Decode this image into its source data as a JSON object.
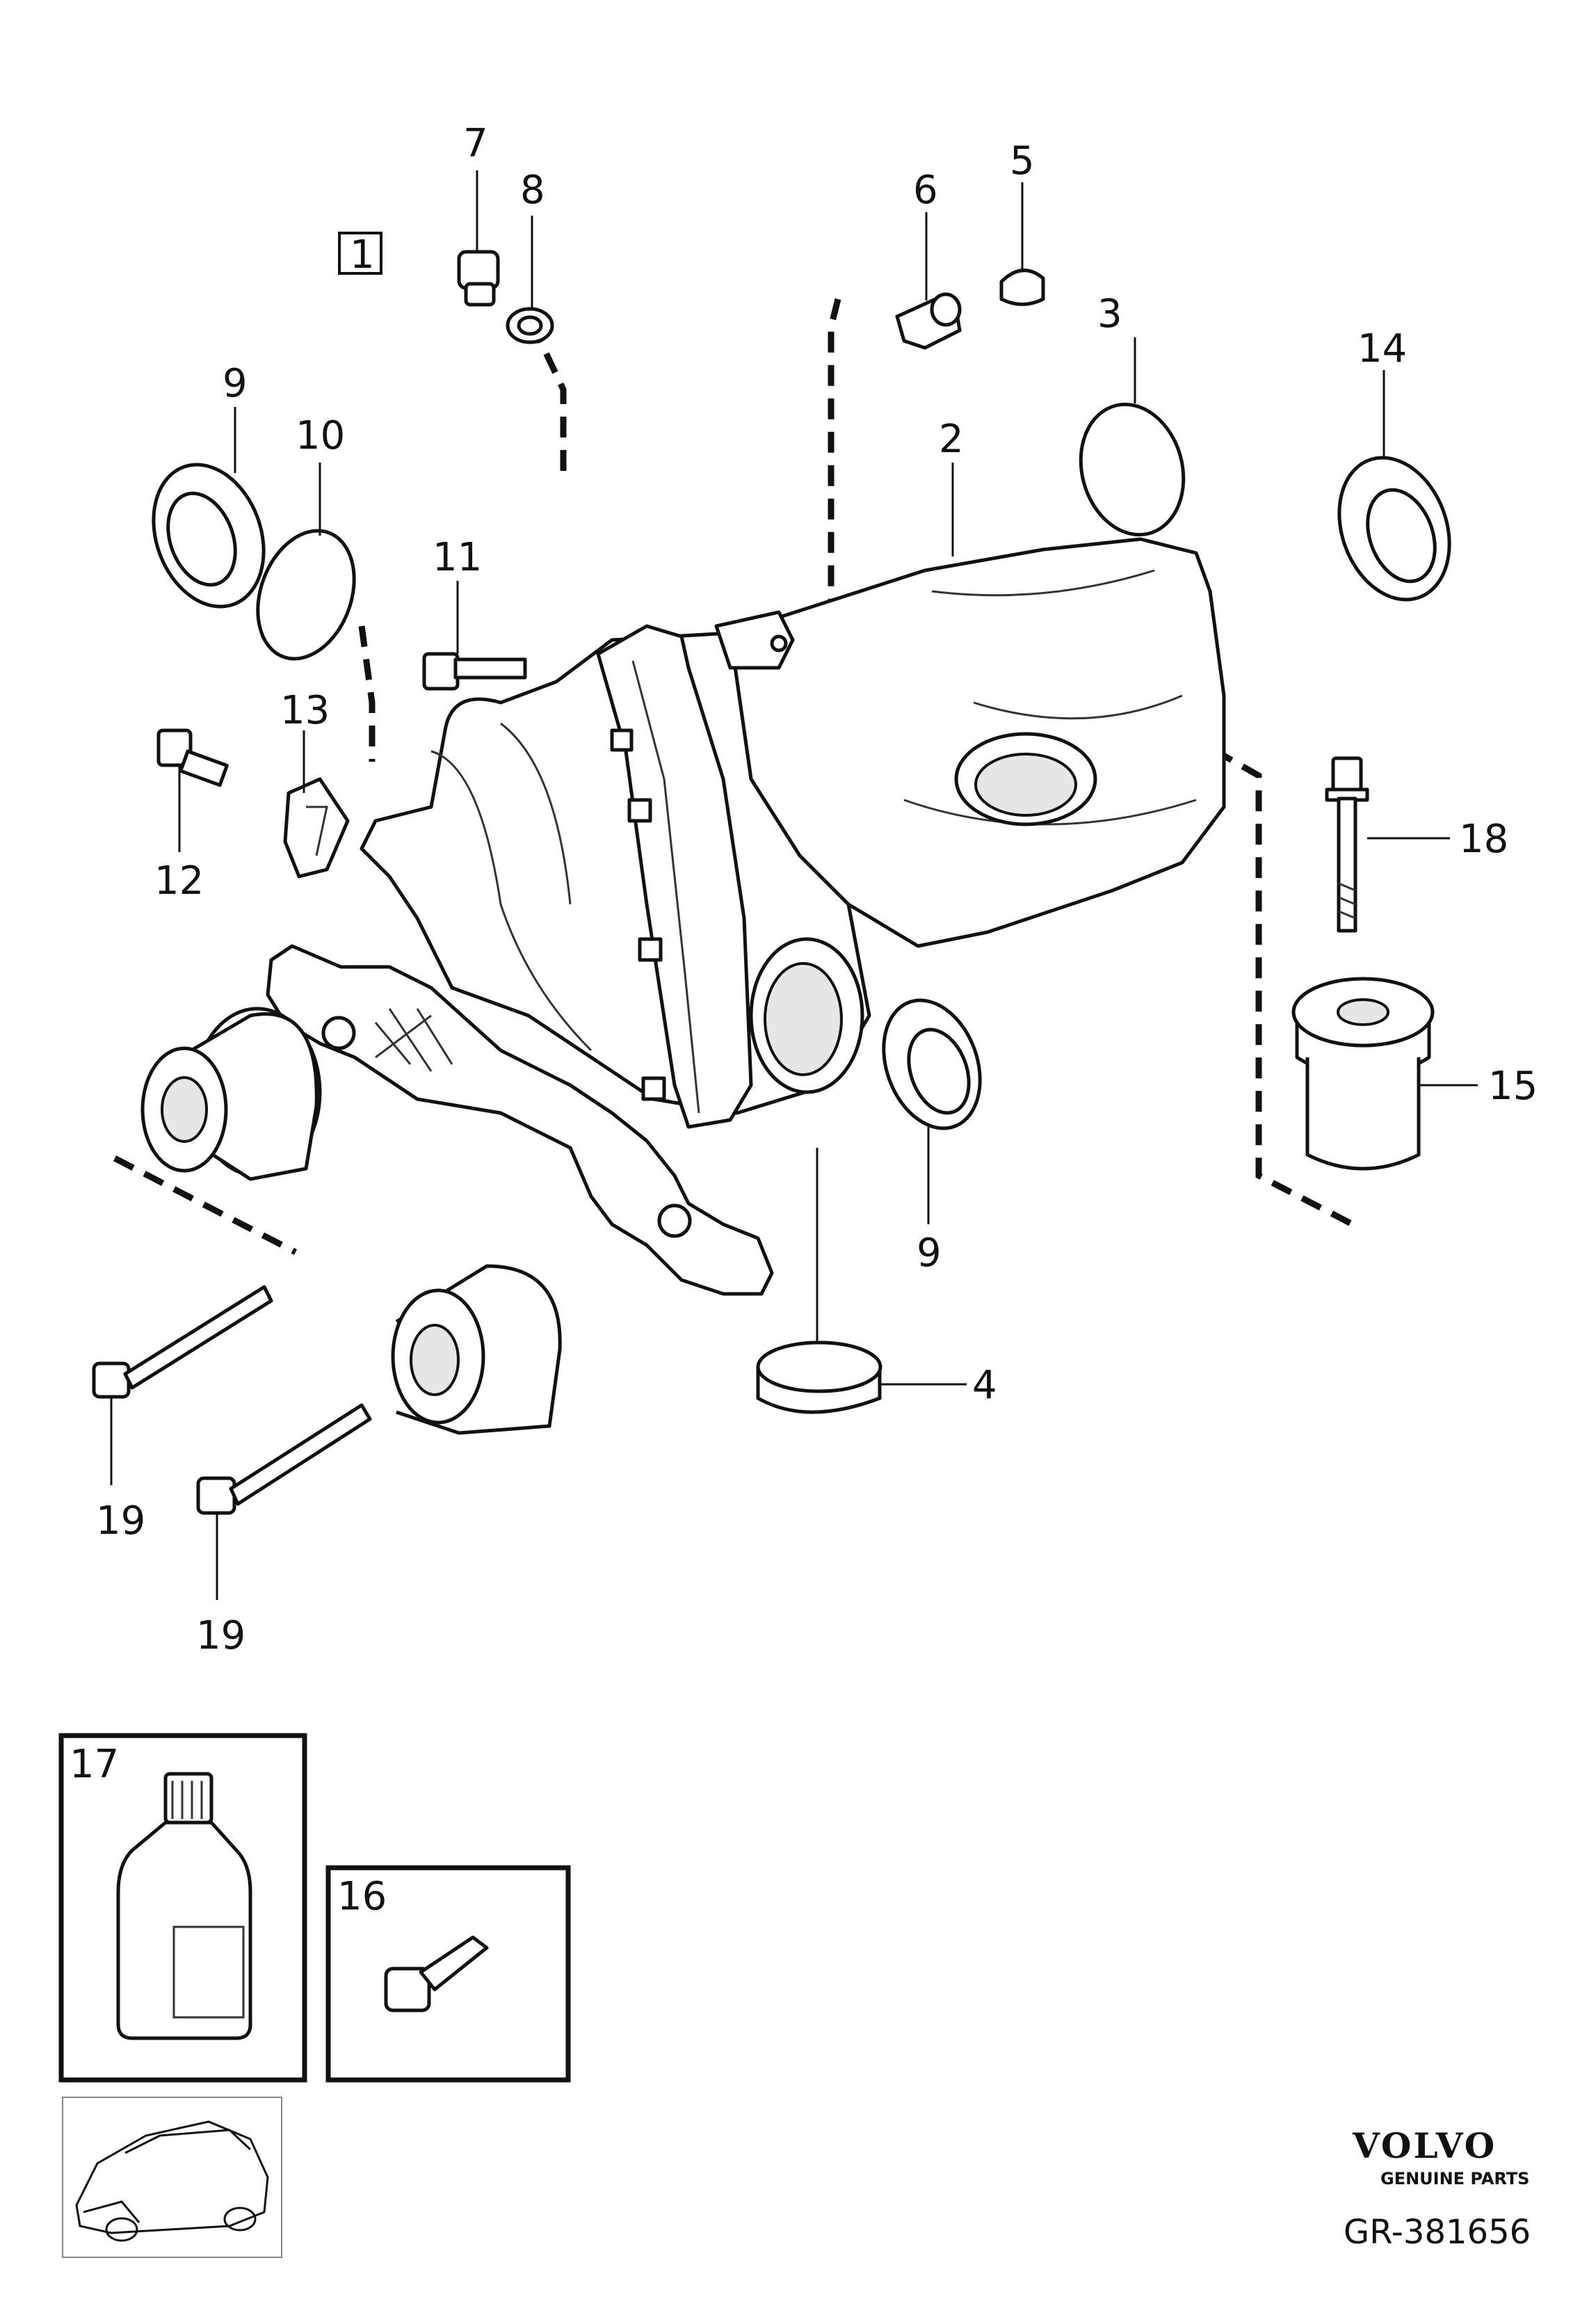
{
  "diagram": {
    "callouts": {
      "c1": "1",
      "c2": "2",
      "c3": "3",
      "c4": "4",
      "c5": "5",
      "c6": "6",
      "c7": "7",
      "c8": "8",
      "c9a": "9",
      "c9b": "9",
      "c10": "10",
      "c11": "11",
      "c12": "12",
      "c13": "13",
      "c14": "14",
      "c15": "15",
      "c16": "16",
      "c17": "17",
      "c18": "18",
      "c19a": "19",
      "c19b": "19"
    }
  },
  "footer": {
    "brand": "VOLVO",
    "tagline": "GENUINE PARTS",
    "reference": "GR-381656"
  }
}
